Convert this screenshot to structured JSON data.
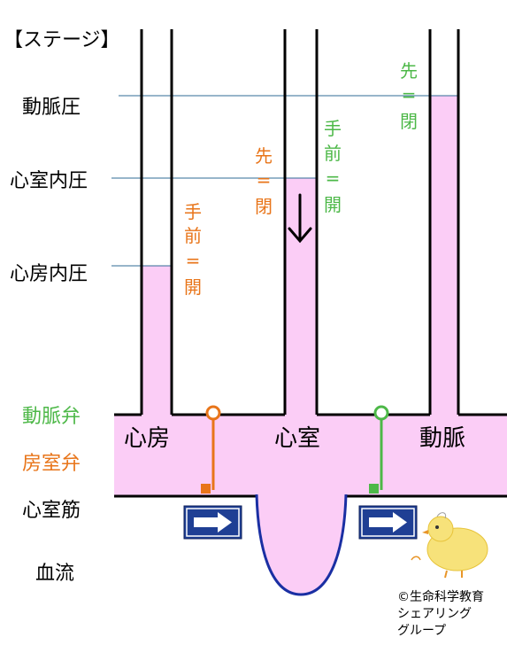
{
  "title": "【ステージ】",
  "pressure_labels": {
    "arterial": "動脈圧",
    "ventricular": "心室内圧",
    "atrial": "心房内圧"
  },
  "valve_legend": {
    "arterial_valve": "動脈弁",
    "av_valve": "房室弁",
    "muscle": "心室筋",
    "blood_flow": "血流"
  },
  "chambers": {
    "atrium": "心房",
    "ventricle": "心室",
    "artery": "動脈"
  },
  "annotations": {
    "atrial_front": [
      "手",
      "前",
      "=",
      "開"
    ],
    "ventricle_front": [
      "手",
      "前",
      "=",
      "開"
    ],
    "ventricle_ahead": [
      "先",
      "=",
      "閉"
    ],
    "artery_ahead": [
      "先",
      "=",
      "閉"
    ]
  },
  "credit": {
    "line1": "©生命科学教育",
    "line2": "シェアリング",
    "line3": "グループ"
  },
  "colors": {
    "fluid": "#fbcdf6",
    "wall": "#000000",
    "av_valve": "#e8751a",
    "arterial_valve": "#4db848",
    "ventricle_wall": "#1a2fa3",
    "flow_sign": "#1f3f94",
    "label_black": "#000000"
  },
  "icons": {
    "flow_arrow": "right-arrow-sign-icon",
    "pressure_arrow": "down-arrow-icon",
    "mascot": "chick-icon"
  }
}
